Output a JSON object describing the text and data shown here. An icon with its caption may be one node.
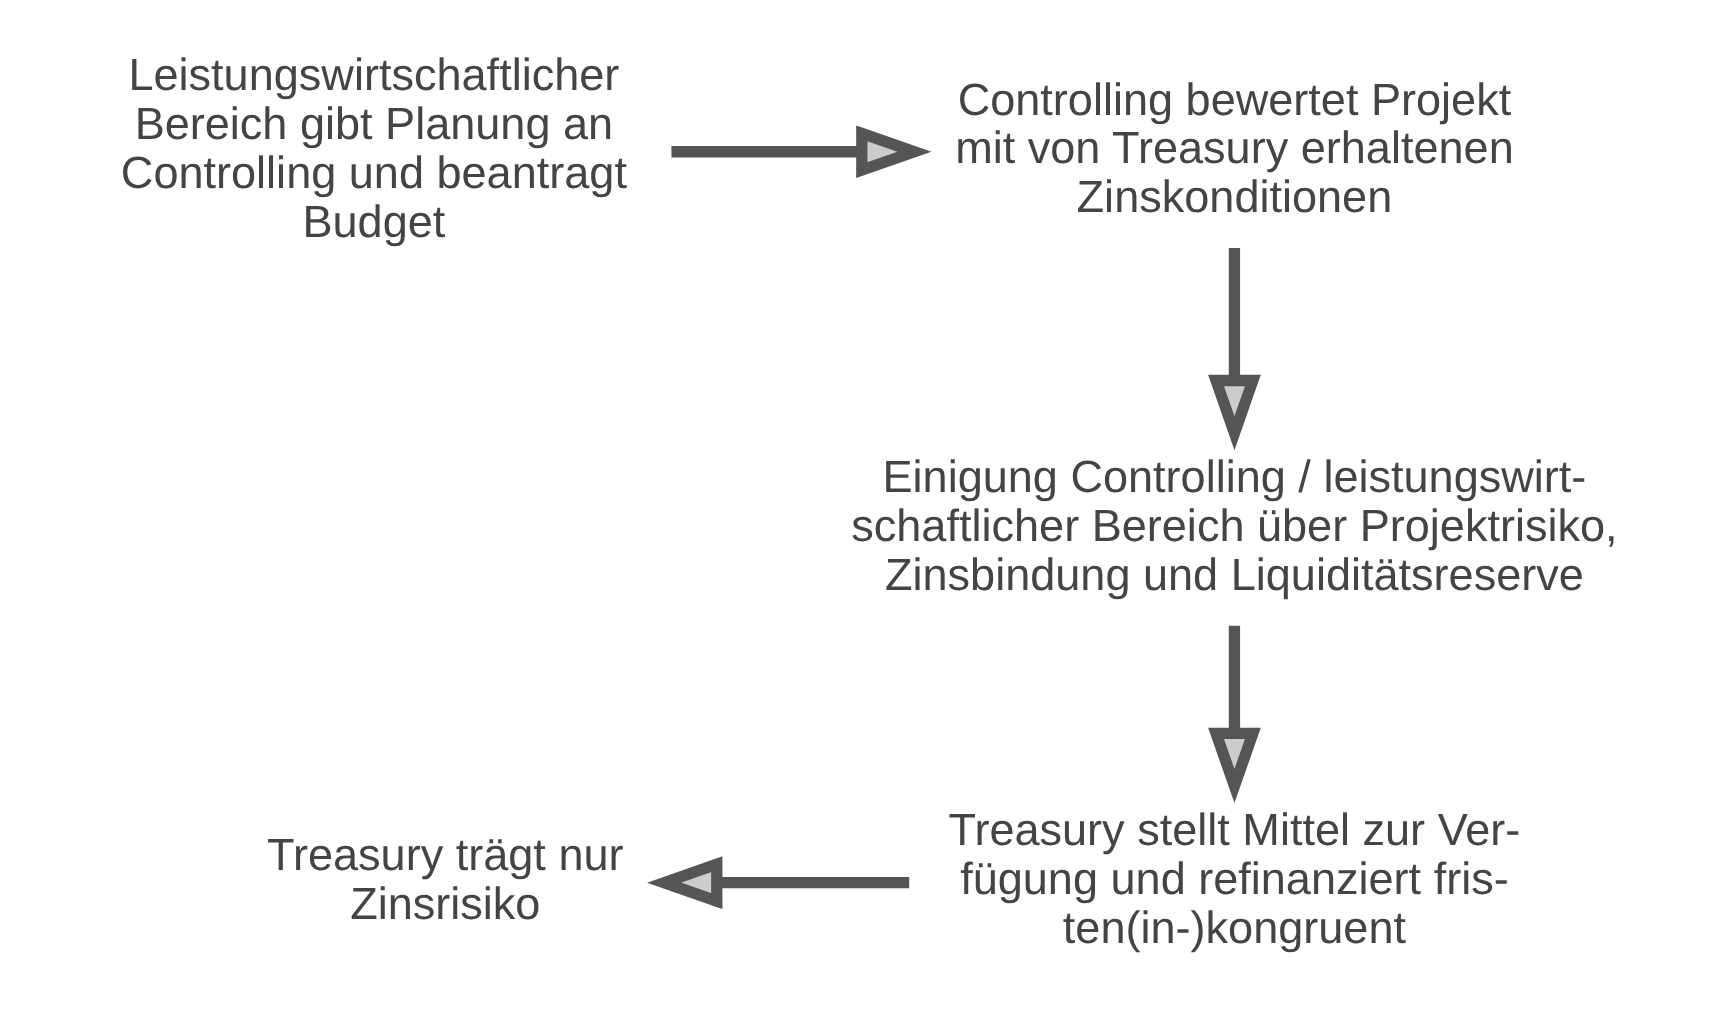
{
  "diagram": {
    "nodes": [
      {
        "text": [
          "Leistungswirtschaftlicher Bereich gibt Planung an Controlling und beantragt Budget"
        ]
      },
      {
        "text": [
          "Controlling bewertet Projekt mit von Treasury erhaltenen Zinskonditionen"
        ]
      },
      {
        "text": [
          "Einigung Controlling / leistungswirt-schaftlicher Bereich über Projektrisiko, Zinsbindung und Liquiditätsreserve"
        ]
      },
      {
        "text": [
          "Treasury stellt Mittel zur Ver-fügung und refinanziert fris-ten(in-)kongruent"
        ]
      },
      {
        "text": [
          "Treasury trägt nur Zinsrisiko"
        ]
      }
    ],
    "edges": [
      {
        "from": 0,
        "to": 1,
        "arrow": "to"
      },
      {
        "from": 1,
        "to": 2,
        "arrow": "to"
      },
      {
        "from": 2,
        "to": 3,
        "arrow": "to"
      },
      {
        "from": 3,
        "to": 4,
        "arrow": "to"
      }
    ]
  }
}
